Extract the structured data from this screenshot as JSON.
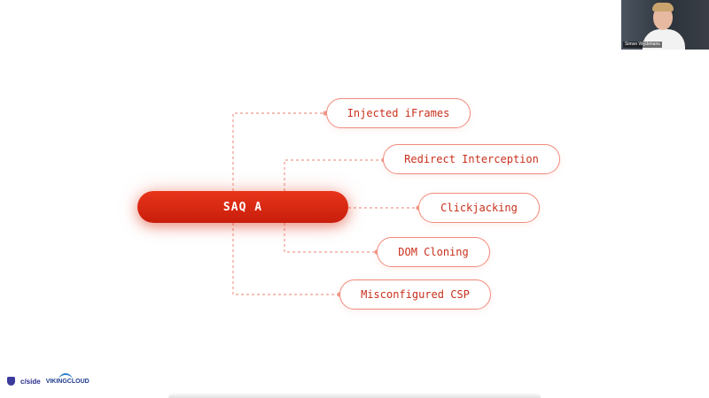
{
  "diagram": {
    "root": {
      "label": "SAQ A"
    },
    "nodes": [
      {
        "label": "Injected iFrames"
      },
      {
        "label": "Redirect Interception"
      },
      {
        "label": "Clickjacking"
      },
      {
        "label": "DOM Cloning"
      },
      {
        "label": "Misconfigured CSP"
      }
    ]
  },
  "video": {
    "participant_name": "Simon Wijckmans"
  },
  "branding": {
    "left_logo": "c/side",
    "right_logo": "VIKINGCLOUD"
  },
  "colors": {
    "accent": "#d8281a",
    "node_border": "#f08a7c",
    "node_text": "#c9301c",
    "connector": "#ee9a8c"
  }
}
